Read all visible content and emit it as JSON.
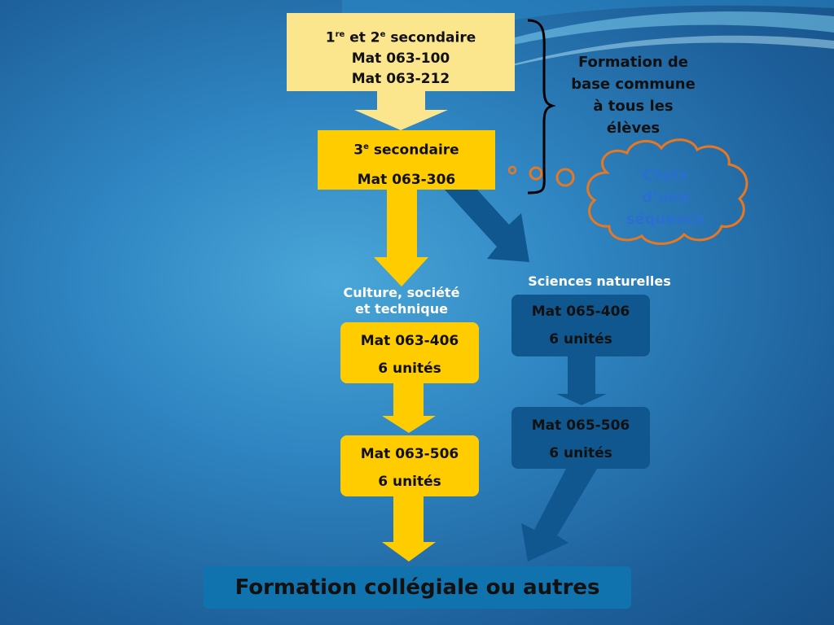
{
  "boxes": {
    "top": {
      "line1_num1": "1",
      "line1_sup1": "re",
      "line1_mid": " et 2",
      "line1_sup2": "e",
      "line1_end": " secondaire",
      "line2": "Mat 063-100",
      "line3": "Mat 063-212"
    },
    "third": {
      "num": "3",
      "sup": "e",
      "title_rest": " secondaire",
      "course": "Mat 063-306"
    },
    "cst406": {
      "course": "Mat 063-406",
      "units": "6 unités"
    },
    "cst506": {
      "course": "Mat 063-506",
      "units": "6 unités"
    },
    "sn406": {
      "course": "Mat 065-406",
      "units": "6 unités"
    },
    "sn506": {
      "course": "Mat 065-506",
      "units": "6 unités"
    }
  },
  "labels": {
    "cst_line1": "Culture, société",
    "cst_line2": "et technique",
    "sn": "Sciences naturelles",
    "formation": [
      "Formation de",
      "base commune",
      "à tous les",
      "élèves"
    ],
    "choice": [
      "Choix",
      "d’une",
      "séquence"
    ]
  },
  "bottom": {
    "label": "Formation collégiale ou autres"
  },
  "colors": {
    "yellow": "#ffcc00",
    "pale_yellow": "#fbe58d",
    "dark_blue": "#10568f",
    "cloud_orange": "#e87722",
    "choice_text": "#2a6fd0"
  }
}
